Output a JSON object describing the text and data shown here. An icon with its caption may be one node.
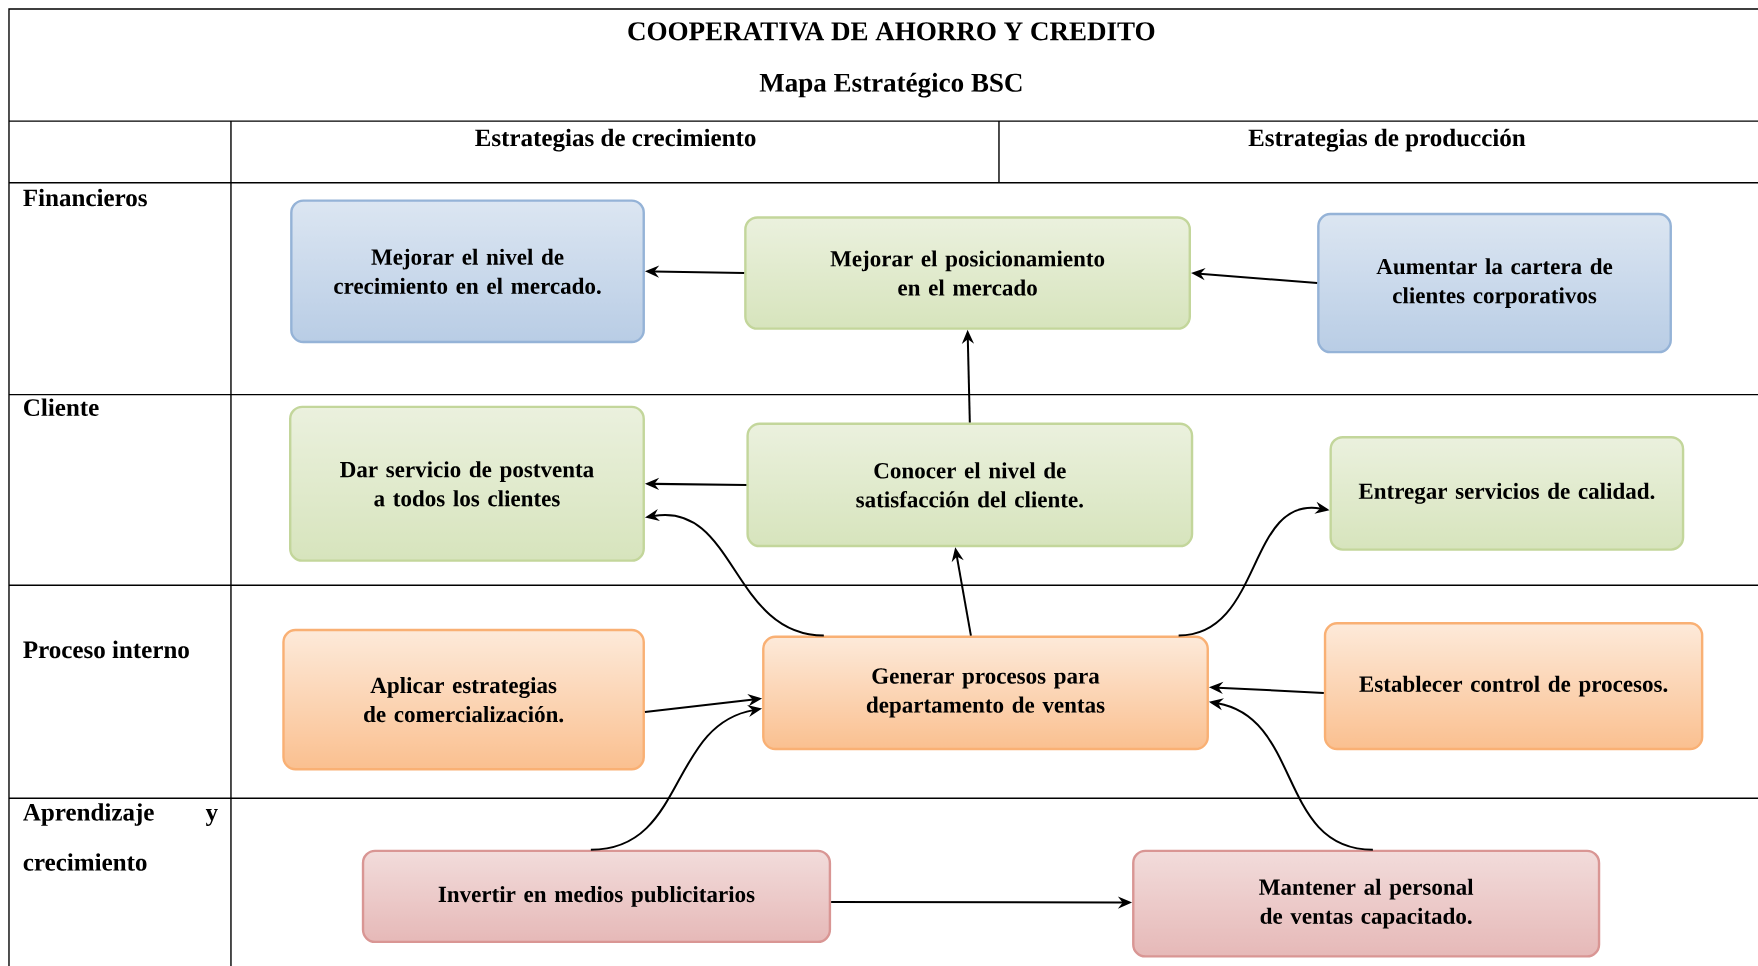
{
  "diagram": {
    "title": "COOPERATIVA DE AHORRO Y CREDITO",
    "nodes": [
      {
        "text": [
          "Mejorar el nivel de crecimiento en el mercado."
        ]
      },
      {
        "text": [
          "Mejorar el posicionamiento en el mercado"
        ]
      },
      {
        "text": [
          "Aumentar la cartera de clientes corporativos"
        ]
      },
      {
        "text": [
          "Dar servicio de postventa a todos los clientes"
        ]
      },
      {
        "text": [
          "Conocer el nivel de satisfacción del cliente."
        ]
      },
      {
        "text": [
          "Entregar servicios de calidad."
        ]
      },
      {
        "text": [
          "Aplicar estrategias de comercialización."
        ]
      },
      {
        "text": [
          "Generar procesos para departamento de ventas"
        ]
      },
      {
        "text": [
          "Establecer control de procesos."
        ]
      },
      {
        "text": [
          "Invertir en medios publicitarios"
        ]
      },
      {
        "text": [
          "Mantener al personal de ventas capacitado."
        ]
      }
    ],
    "edges": [
      {
        "from": 1,
        "to": 0,
        "arrow": "to"
      },
      {
        "from": 2,
        "to": 1,
        "arrow": "to"
      },
      {
        "from": 4,
        "to": 1,
        "arrow": "to"
      },
      {
        "from": 4,
        "to": 3,
        "arrow": "to"
      },
      {
        "from": 7,
        "to": 3,
        "arrow": "to"
      },
      {
        "from": 7,
        "to": 4,
        "arrow": "to"
      },
      {
        "from": 7,
        "to": 5,
        "arrow": "to"
      },
      {
        "from": 6,
        "to": 7,
        "arrow": "to"
      },
      {
        "from": 8,
        "to": 7,
        "arrow": "to"
      },
      {
        "from": 9,
        "to": 7,
        "arrow": "to"
      },
      {
        "from": 10,
        "to": 7,
        "arrow": "to"
      },
      {
        "from": 9,
        "to": 10,
        "arrow": "to"
      }
    ],
    "labels": [
      "Mapa Estratégico BSC",
      "Estrategias de crecimiento",
      "Estrategias de producción",
      "Financieros",
      "Cliente",
      "Proceso interno",
      "Aprendizaje y crecimiento"
    ]
  }
}
